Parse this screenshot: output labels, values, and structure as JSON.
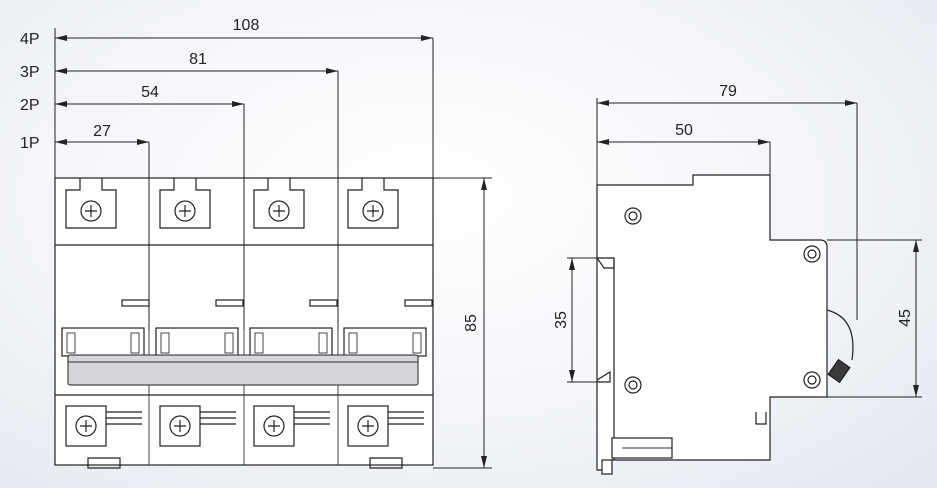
{
  "front_view": {
    "pole_labels": [
      "1P",
      "2P",
      "3P",
      "4P"
    ],
    "width_dims": [
      "27",
      "54",
      "81",
      "108"
    ],
    "height_dim": "85"
  },
  "side_view": {
    "depth_dims": [
      "50",
      "79"
    ],
    "rail_dim": "35",
    "front_height_dim": "45"
  },
  "colors": {
    "line": "#222222",
    "handle": "#d4d6da",
    "background": "#eef1f5"
  }
}
